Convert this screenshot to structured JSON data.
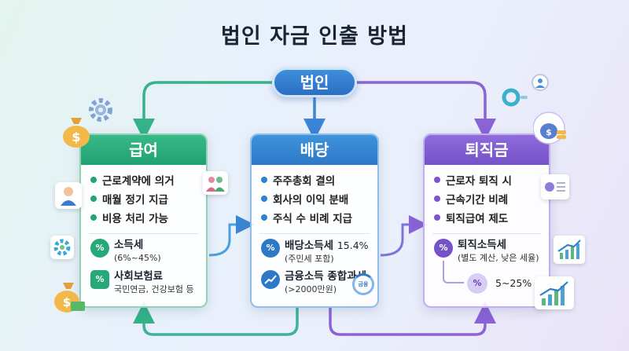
{
  "title": "법인 자금 인출 방법",
  "source": "법인",
  "salary": {
    "heading": "급여",
    "bullets": [
      "근로계약에 의거",
      "매월 정기 지급",
      "비용 처리 가능"
    ],
    "tax1_name": "소득세",
    "tax1_detail": "(6%~45%)",
    "tax2_name": "사회보험료",
    "tax2_detail": "국민연금, 건강보험 등",
    "color": "#22a070"
  },
  "dividend": {
    "heading": "배당",
    "bullets": [
      "주주총회 결의",
      "회사의 이익 분배",
      "주식 수 비례 지급"
    ],
    "tax1_name": "배당소득세",
    "tax1_rate": "15.4%",
    "tax1_detail": "(주민세 포함)",
    "tax2_name": "금융소득 종합과세",
    "tax2_detail": "(>2000만원)",
    "badge_text": "금융",
    "color": "#2d79c7"
  },
  "retirement": {
    "heading": "퇴직금",
    "bullets": [
      "근로자 퇴직 시",
      "근속기간 비례",
      "퇴직급여 제도"
    ],
    "tax1_name": "퇴직소득세",
    "tax1_detail": "(별도 계산, 낮은 세율)",
    "tax2_rate": "5~25%",
    "color": "#7452c8"
  },
  "icons": {
    "money_bag_left": "money-bag-icon",
    "gear": "gear-icon",
    "person": "person-icon",
    "people": "people-icon",
    "percent": "percent-icon",
    "growth_chart": "growth-chart-icon",
    "calculator": "calculator-icon"
  }
}
